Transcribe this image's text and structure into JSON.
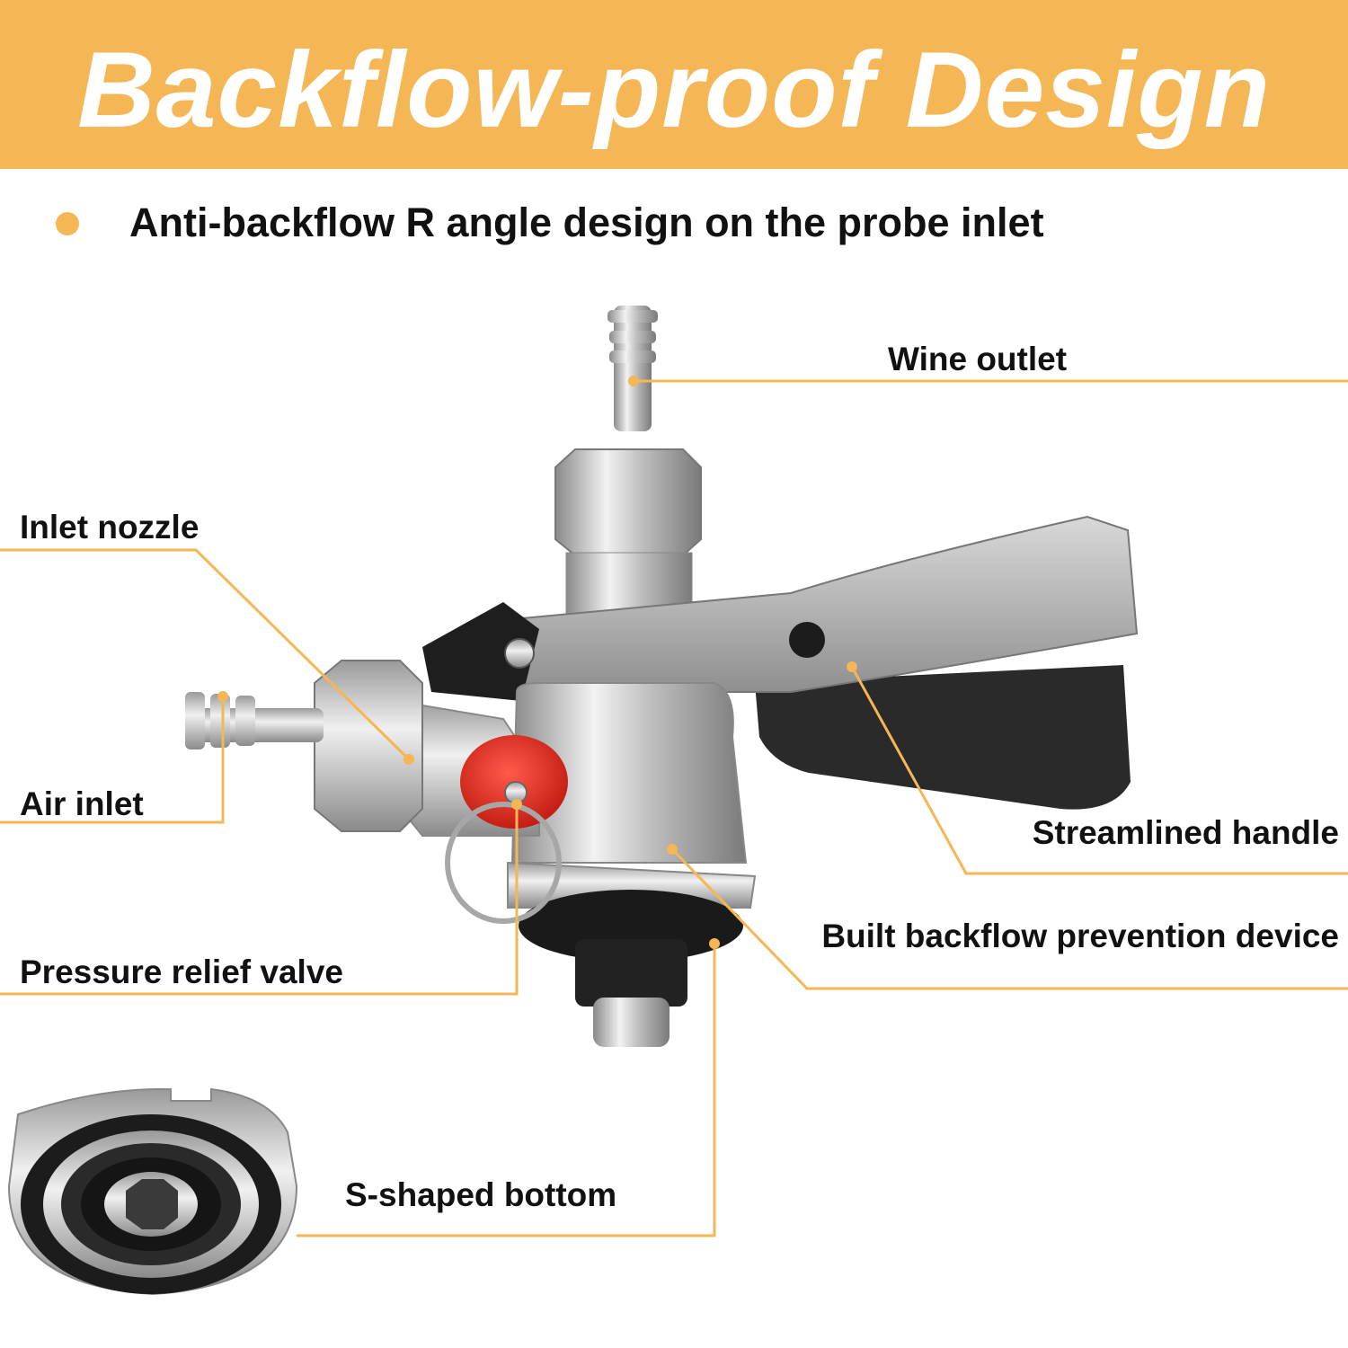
{
  "banner": {
    "title": "Backflow-proof Design",
    "color": "#f5b655"
  },
  "subtitle": {
    "text": "Anti-backflow R angle design on the probe inlet"
  },
  "callouts": {
    "wine_outlet": "Wine outlet",
    "inlet_nozzle": "Inlet nozzle",
    "air_inlet": "Air inlet",
    "streamlined_handle": "Streamlined handle",
    "built_backflow_prevention_device": "Built backflow prevention device",
    "pressure_relief_valve": "Pressure relief valve",
    "s_shaped_bottom": "S-shaped bottom"
  },
  "colors": {
    "accent": "#f5b655",
    "metal": "#c9c9c9",
    "valve_red": "#e8332a",
    "handle_black": "#2a2a2a"
  },
  "icons": {
    "product": "keg-coupler-illustration",
    "detail": "s-shaped-bottom-illustration"
  }
}
